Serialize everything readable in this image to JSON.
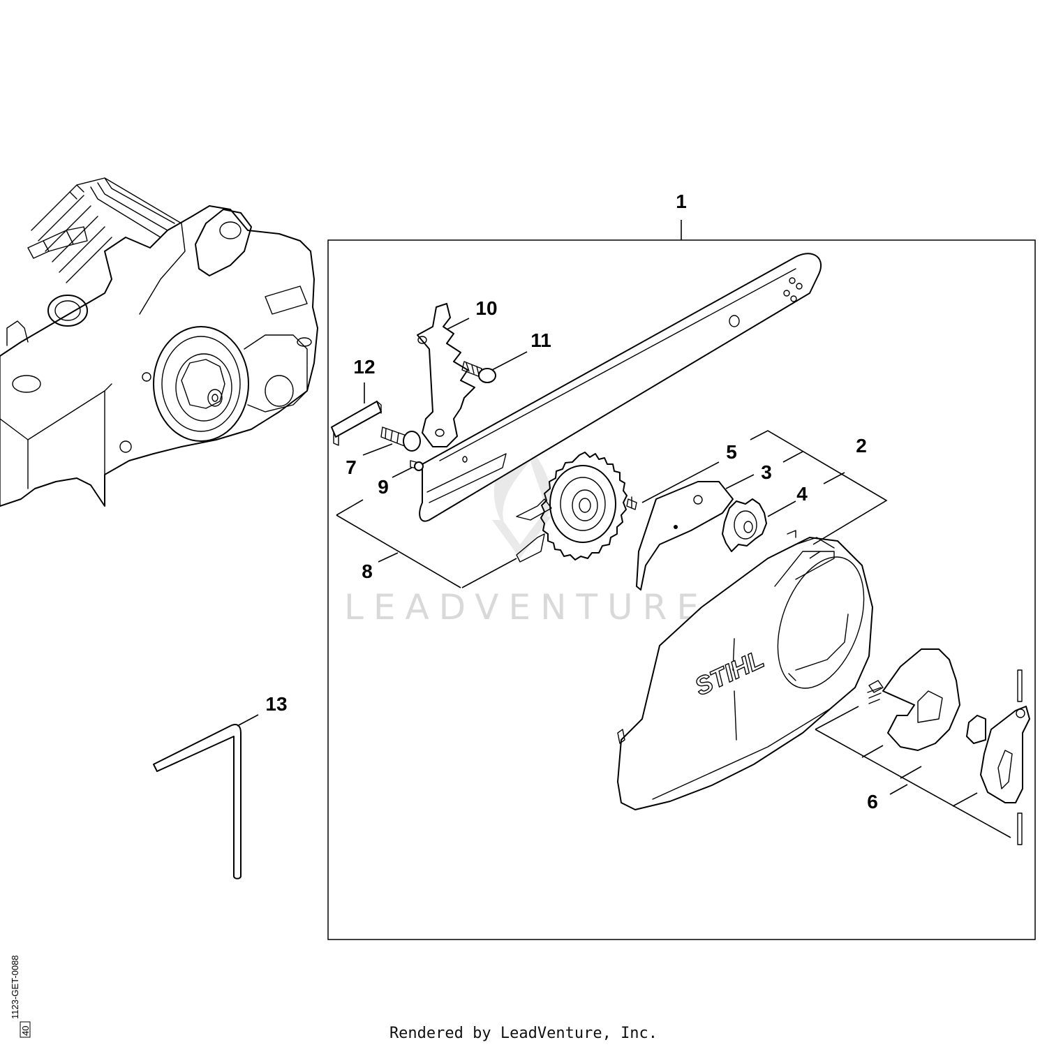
{
  "callouts": [
    {
      "id": "1",
      "label": "1"
    },
    {
      "id": "2",
      "label": "2"
    },
    {
      "id": "3",
      "label": "3"
    },
    {
      "id": "4",
      "label": "4"
    },
    {
      "id": "5",
      "label": "5"
    },
    {
      "id": "6",
      "label": "6"
    },
    {
      "id": "7",
      "label": "7"
    },
    {
      "id": "8",
      "label": "8"
    },
    {
      "id": "9",
      "label": "9"
    },
    {
      "id": "10",
      "label": "10"
    },
    {
      "id": "11",
      "label": "11"
    },
    {
      "id": "12",
      "label": "12"
    },
    {
      "id": "13",
      "label": "13"
    }
  ],
  "brand_logo": "STIHL",
  "watermark": "LEADVENTURE",
  "footer": "Rendered by LeadVenture, Inc.",
  "diagram_code": "1123-GET-0088",
  "diagram_page": "40"
}
